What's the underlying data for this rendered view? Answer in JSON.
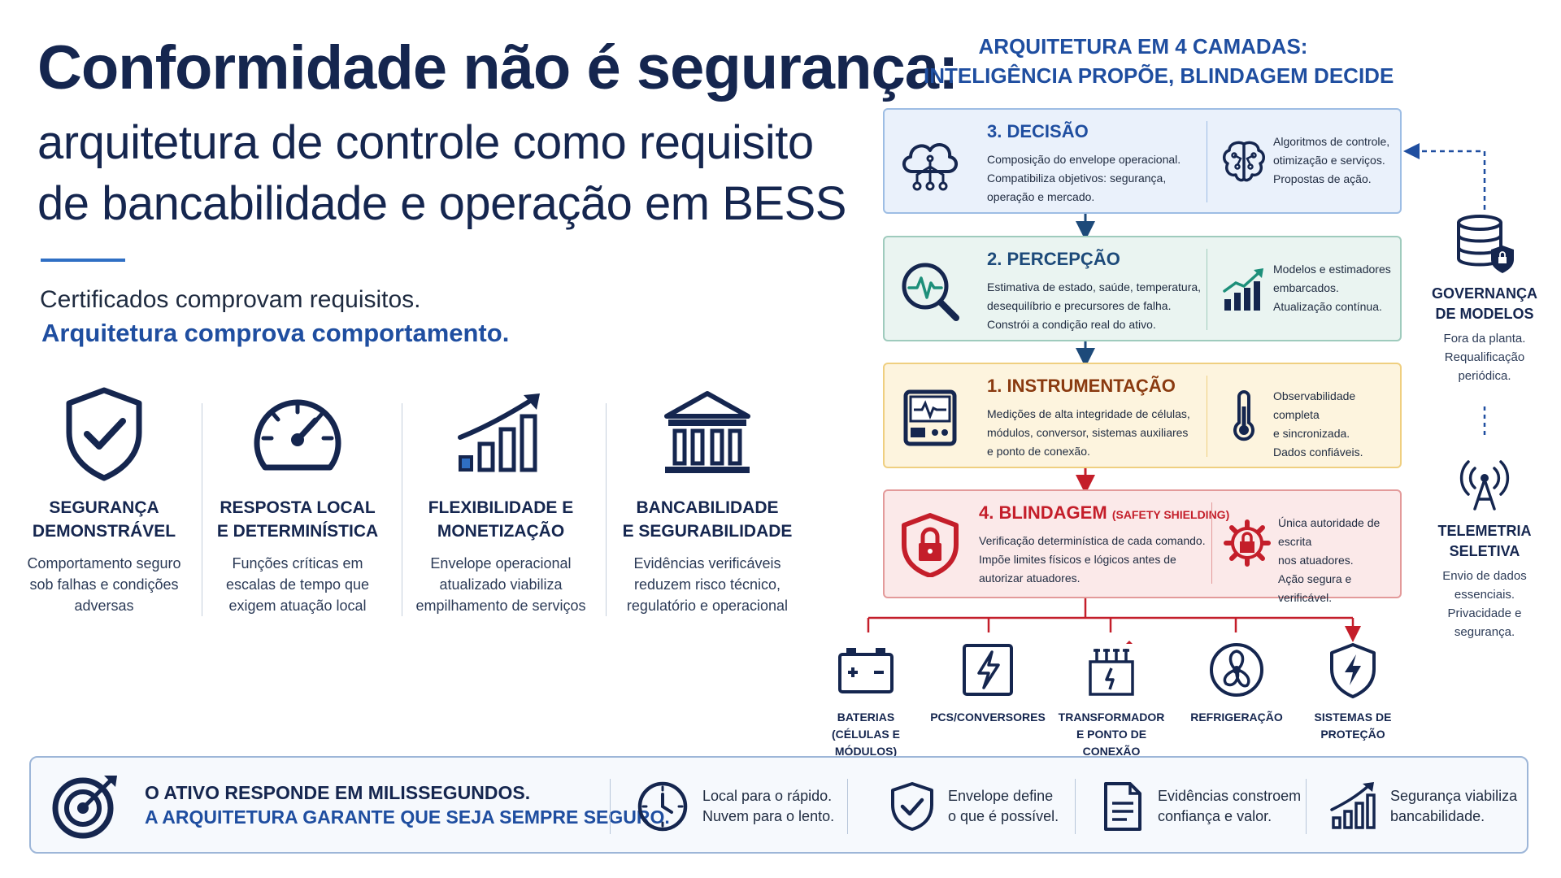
{
  "left": {
    "title": "Conformidade não é segurança:",
    "subtitle_line1": "arquitetura de controle como requisito",
    "subtitle_line2": "de bancabilidade e operação em BESS",
    "tagline_1": "Certificados comprovam requisitos.",
    "tagline_2": "Arquitetura comprova comportamento.",
    "pillars": [
      {
        "title_1": "SEGURANÇA",
        "title_2": "DEMONSTRÁVEL",
        "text_1": "Comportamento seguro",
        "text_2": "sob falhas e condições",
        "text_3": "adversas",
        "icon": "shield-check-icon"
      },
      {
        "title_1": "RESPOSTA LOCAL",
        "title_2": "E DETERMINÍSTICA",
        "text_1": "Funções críticas em",
        "text_2": "escalas de tempo que",
        "text_3": "exigem atuação local",
        "icon": "gauge-icon"
      },
      {
        "title_1": "FLEXIBILIDADE E",
        "title_2": "MONETIZAÇÃO",
        "text_1": "Envelope operacional",
        "text_2": "atualizado viabiliza",
        "text_3": "empilhamento de serviços",
        "icon": "growth-chart-icon"
      },
      {
        "title_1": "BANCABILIDADE",
        "title_2": "E SEGURABILIDADE",
        "text_1": "Evidências verificáveis",
        "text_2": "reduzem risco técnico,",
        "text_3": "regulatório e operacional",
        "icon": "bank-icon"
      }
    ]
  },
  "architecture": {
    "heading_1": "ARQUITETURA EM 4 CAMADAS:",
    "heading_2": "INTELIGÊNCIA PROPÕE, BLINDAGEM DECIDE",
    "layers": [
      {
        "title": "3. DECISÃO",
        "body_1": "Composição do envelope operacional.",
        "body_2": "Compatibiliza objetivos: segurança,",
        "body_3": "operação e mercado.",
        "side_1": "Algoritmos de controle,",
        "side_2": "otimização e serviços.",
        "side_3": "Propostas de ação.",
        "icon": "cloud-network-icon",
        "side_icon": "brain-icon"
      },
      {
        "title": "2. PERCEPÇÃO",
        "body_1": "Estimativa de estado, saúde, temperatura,",
        "body_2": "desequilíbrio e precursores de falha.",
        "body_3": "Constrói a condição real do ativo.",
        "side_1": "Modelos e estimadores",
        "side_2": "embarcados.",
        "side_3": "Atualização contínua.",
        "icon": "pulse-magnifier-icon",
        "side_icon": "bar-trend-icon"
      },
      {
        "title": "1. INSTRUMENTAÇÃO",
        "body_1": "Medições de alta integridade de células,",
        "body_2": "módulos, conversor, sistemas auxiliares",
        "body_3": "e ponto de conexão.",
        "side_1": "Observabilidade completa",
        "side_2": "e sincronizada.",
        "side_3": "Dados confiáveis.",
        "icon": "monitor-device-icon",
        "side_icon": "thermometer-icon"
      },
      {
        "title": "4. BLINDAGEM",
        "title_small": "(SAFETY SHIELDING)",
        "body_1": "Verificação determinística de cada comando.",
        "body_2": "Impõe limites físicos e lógicos antes de",
        "body_3": "autorizar atuadores.",
        "side_1": "Única autoridade de escrita",
        "side_2": "nos atuadores.",
        "side_3": "Ação segura e verificável.",
        "icon": "shield-lock-icon",
        "side_icon": "gear-lock-icon"
      }
    ],
    "governance": {
      "title_1": "GOVERNANÇA",
      "title_2": "DE MODELOS",
      "text_1": "Fora da planta.",
      "text_2": "Requalificação",
      "text_3": "periódica."
    },
    "telemetry": {
      "title_1": "TELEMETRIA",
      "title_2": "SELETIVA",
      "text_1": "Envio de dados",
      "text_2": "essenciais.",
      "text_3": "Privacidade e",
      "text_4": "segurança."
    },
    "equipment": [
      {
        "line_1": "BATERIAS",
        "line_2": "(CÉLULAS E MÓDULOS)",
        "icon": "battery-icon"
      },
      {
        "line_1": "PCS/CONVERSORES",
        "line_2": "",
        "icon": "converter-icon"
      },
      {
        "line_1": "TRANSFORMADOR",
        "line_2": "E PONTO DE CONEXÃO",
        "icon": "transformer-icon"
      },
      {
        "line_1": "REFRIGERAÇÃO",
        "line_2": "",
        "icon": "fan-icon"
      },
      {
        "line_1": "SISTEMAS DE",
        "line_2": "PROTEÇÃO",
        "icon": "protection-shield-icon"
      }
    ]
  },
  "banner": {
    "message_1": "O ATIVO RESPONDE EM MILISSEGUNDOS.",
    "message_2": "A ARQUITETURA GARANTE QUE SEJA SEMPRE SEGURO.",
    "items": [
      {
        "line_1": "Local para o rápido.",
        "line_2": "Nuvem para o lento.",
        "icon": "clock-icon"
      },
      {
        "line_1": "Envelope define",
        "line_2": "o que é possível.",
        "icon": "shield-check-icon"
      },
      {
        "line_1": "Evidências constroem",
        "line_2": "confiança e valor.",
        "icon": "document-icon"
      },
      {
        "line_1": "Segurança viabiliza",
        "line_2": "bancabilidade.",
        "icon": "growth-chart-icon"
      }
    ]
  },
  "colors": {
    "navy": "#15264f",
    "blue": "#1f4ea0",
    "red": "#c41e2a",
    "decision_bg": "#eaf1fb",
    "perception_bg": "#eaf4f1",
    "instrumentation_bg": "#fdf4de",
    "shielding_bg": "#fbe9e9"
  }
}
